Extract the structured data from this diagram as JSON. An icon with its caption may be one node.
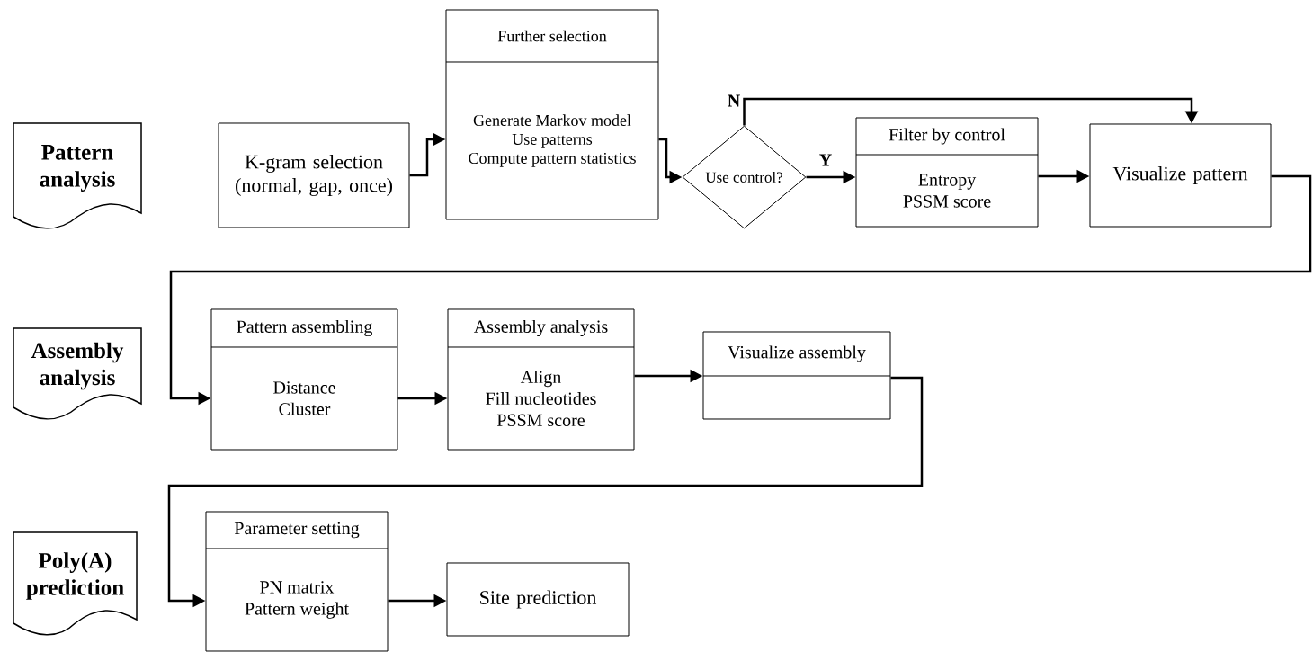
{
  "diagram": {
    "nodes": [
      {
        "text": [
          "Pattern analysis"
        ]
      },
      {
        "text": [
          "K-gram selection (normal, gap, once)"
        ]
      },
      {
        "text": [
          "Further selection",
          "Generate Markov model",
          "Use patterns",
          "Compute pattern statistics"
        ]
      },
      {
        "text": [
          "Use control?"
        ]
      },
      {
        "text": [
          "Filter by control",
          "Entropy",
          "PSSM score"
        ]
      },
      {
        "text": [
          "Visualize pattern"
        ]
      },
      {
        "text": [
          "Assembly analysis"
        ]
      },
      {
        "text": [
          "Pattern assembling",
          "Distance",
          "Cluster"
        ]
      },
      {
        "text": [
          "Assembly analysis",
          "Align",
          "Fill nucleotides",
          "PSSM score"
        ]
      },
      {
        "text": [
          "Visualize assembly"
        ]
      },
      {
        "text": [
          "Poly(A) prediction"
        ]
      },
      {
        "text": [
          "Parameter setting",
          "PN matrix",
          "Pattern weight"
        ]
      },
      {
        "text": [
          "Site prediction"
        ]
      }
    ],
    "edges": [
      {
        "from": 1,
        "to": 2,
        "arrow": "to"
      },
      {
        "from": 2,
        "to": 3,
        "arrow": "to"
      },
      {
        "from": 3,
        "to": 4,
        "arrow": "to",
        "label": "Y"
      },
      {
        "from": 3,
        "to": 5,
        "arrow": "to",
        "label": "N"
      },
      {
        "from": 4,
        "to": 5,
        "arrow": "to"
      },
      {
        "from": 5,
        "to": 7,
        "arrow": "to"
      },
      {
        "from": 7,
        "to": 8,
        "arrow": "to"
      },
      {
        "from": 8,
        "to": 9,
        "arrow": "to"
      },
      {
        "from": 9,
        "to": 11,
        "arrow": "to"
      },
      {
        "from": 11,
        "to": 12,
        "arrow": "to"
      }
    ]
  }
}
